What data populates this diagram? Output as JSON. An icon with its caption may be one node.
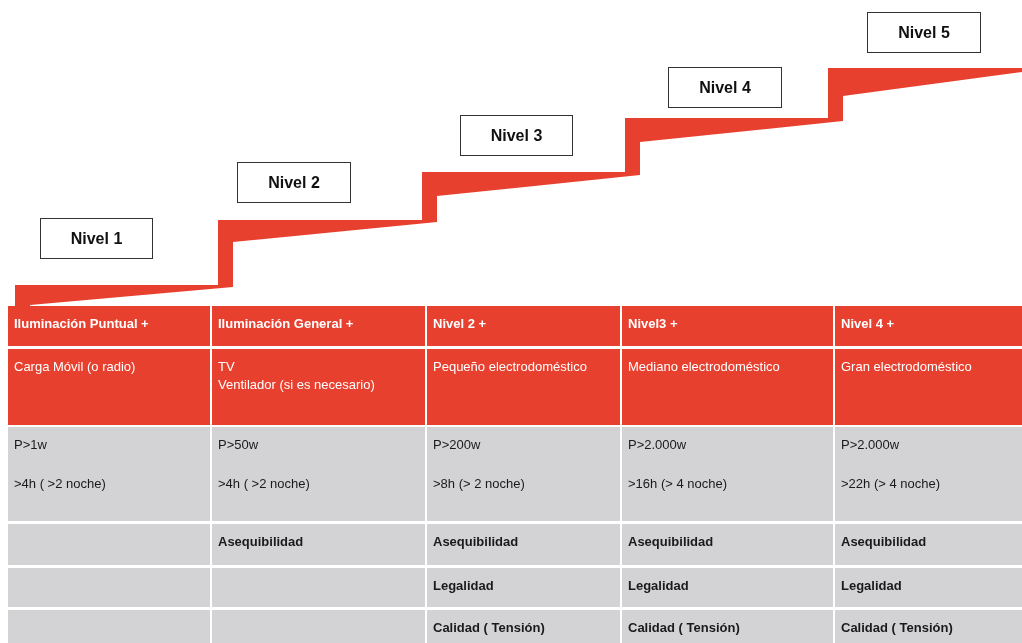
{
  "diagram": {
    "nodes": [
      {
        "text": [
          "Nivel 1"
        ]
      },
      {
        "text": [
          "Nivel 2"
        ]
      },
      {
        "text": [
          "Nivel 3"
        ]
      },
      {
        "text": [
          "Nivel 4"
        ]
      },
      {
        "text": [
          "Nivel 5"
        ]
      }
    ],
    "labels": [
      "Iluminación Puntual +",
      "Iluminación General +",
      "Nivel 2 +",
      "Nivel3 +",
      "Nivel 4 +",
      "Carga Móvil (o radio)",
      "TV",
      "Ventilador (si es necesario)",
      "Pequeño electrodoméstico",
      "Mediano electrodoméstico",
      "Gran electrodoméstico",
      "P>1w",
      "P>50w",
      "P>200w",
      "P>2.000w",
      "P>2.000w",
      ">4h ( >2 noche)",
      ">4h ( >2 noche)",
      ">8h (> 2 noche)",
      ">16h (> 4 noche)",
      ">22h (> 4 noche)",
      "Asequibilidad",
      "Asequibilidad",
      "Asequibilidad",
      "Asequibilidad",
      "Legalidad",
      "Legalidad",
      "Legalidad",
      "Calidad ( Tensión)",
      "Calidad ( Tensión)",
      "Calidad ( Tensión)"
    ]
  }
}
